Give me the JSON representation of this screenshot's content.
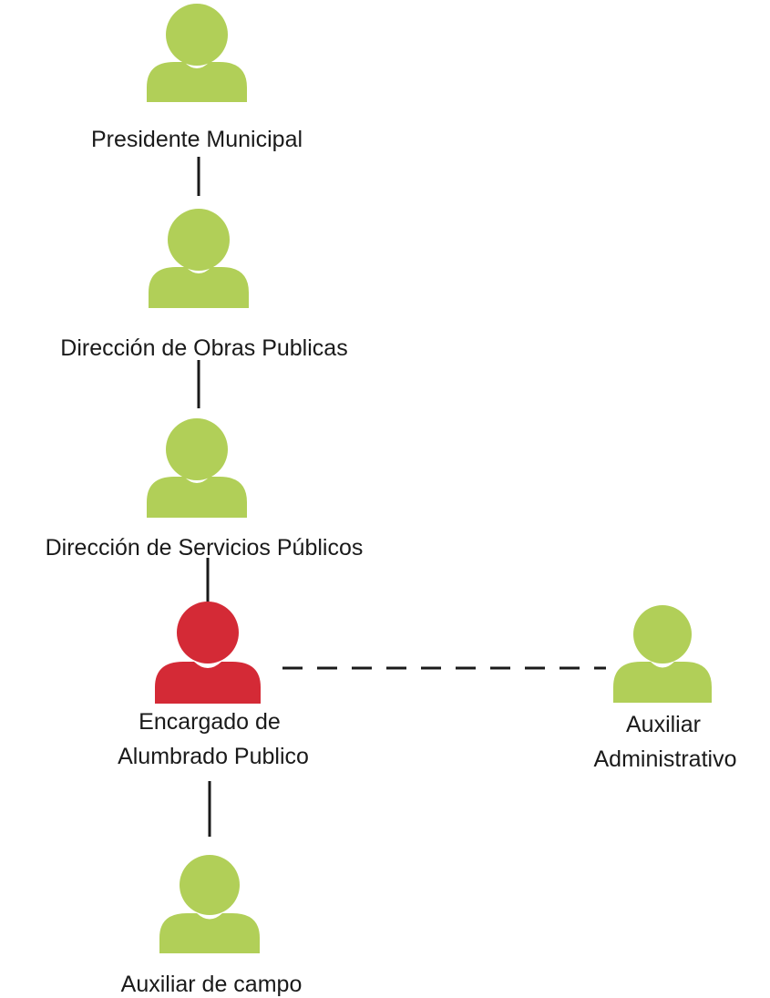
{
  "colors": {
    "default_person": "#b1cf58",
    "highlight_person": "#d42a36",
    "connector": "#1a1a1a",
    "text": "#1a1a1a",
    "background": "#ffffff"
  },
  "nodes": {
    "presidente": {
      "label": "Presidente Municipal",
      "icon": "person-icon",
      "highlight": false
    },
    "obras": {
      "label": "Dirección de Obras Publicas",
      "icon": "person-icon",
      "highlight": false
    },
    "servicios": {
      "label": "Dirección de Servicios Públicos",
      "icon": "person-icon",
      "highlight": false
    },
    "alumbrado": {
      "label_line1": "Encargado de",
      "label_line2": "Alumbrado Publico",
      "icon": "person-icon",
      "highlight": true
    },
    "auxiliar_admin": {
      "label_line1": "Auxiliar",
      "label_line2": "Administrativo",
      "icon": "person-icon",
      "highlight": false
    },
    "auxiliar_campo": {
      "label": "Auxiliar de campo",
      "icon": "person-icon",
      "highlight": false
    }
  },
  "connections": [
    {
      "from": "presidente",
      "to": "obras",
      "style": "solid"
    },
    {
      "from": "obras",
      "to": "servicios",
      "style": "solid"
    },
    {
      "from": "servicios",
      "to": "alumbrado",
      "style": "solid"
    },
    {
      "from": "alumbrado",
      "to": "auxiliar_admin",
      "style": "dashed"
    },
    {
      "from": "alumbrado",
      "to": "auxiliar_campo",
      "style": "solid"
    }
  ]
}
